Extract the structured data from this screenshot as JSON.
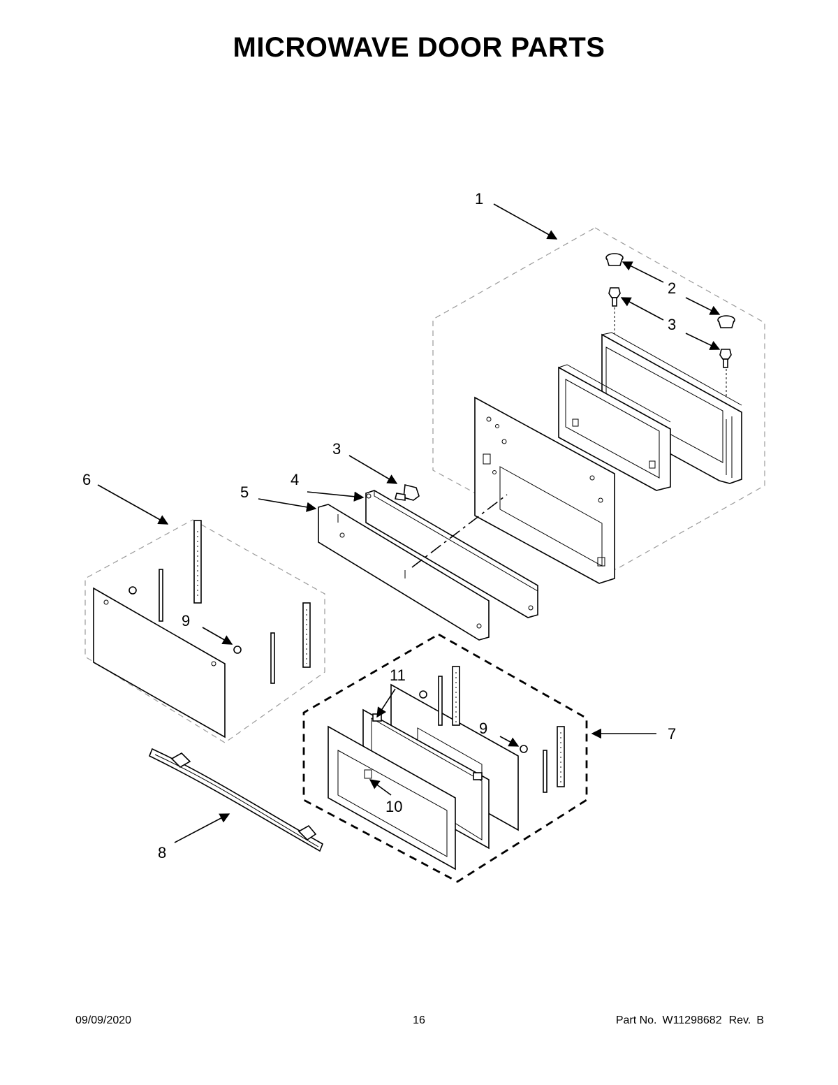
{
  "title": "MICROWAVE DOOR PARTS",
  "callouts": {
    "c1": "1",
    "c2": "2",
    "c3a": "3",
    "c3b": "3",
    "c4": "4",
    "c5": "5",
    "c6": "6",
    "c7": "7",
    "c8": "8",
    "c9a": "9",
    "c9b": "9",
    "c10": "10",
    "c11": "11"
  },
  "footer": {
    "date": "09/09/2020",
    "page": "16",
    "part_label": "Part No.",
    "part_number": "W11298682",
    "rev_label": "Rev.",
    "rev": "B"
  }
}
